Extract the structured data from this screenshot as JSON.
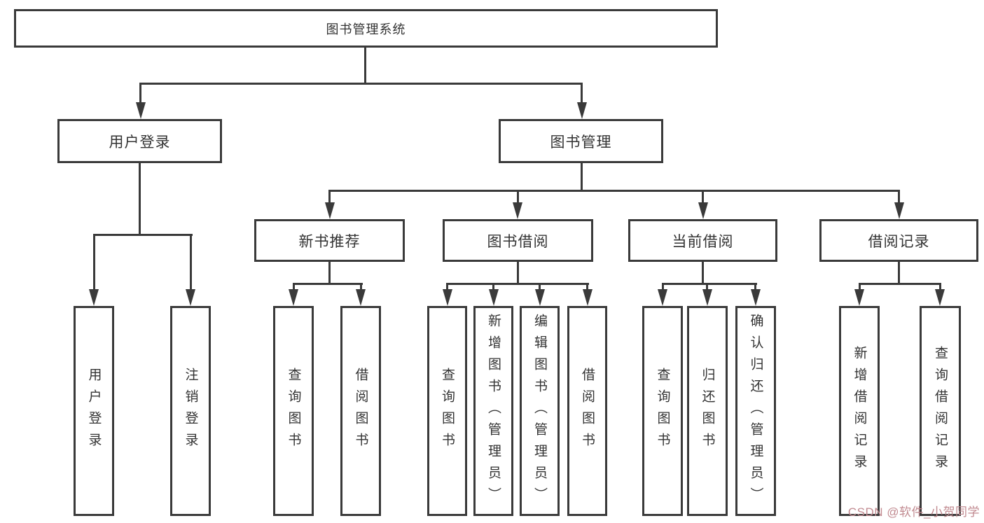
{
  "diagram": {
    "root": "图书管理系统",
    "branches": [
      "用户登录",
      "图书管理"
    ],
    "modules": [
      "新书推荐",
      "图书借阅",
      "当前借阅",
      "借阅记录"
    ],
    "leaves_user_login": [
      "用户登录",
      "注销登录"
    ],
    "leaves_new_book": [
      "查询图书",
      "借阅图书"
    ],
    "leaves_book_borrow": [
      "查询图书",
      "新增图书（管理员）",
      "编辑图书（管理员）",
      "借阅图书"
    ],
    "leaves_current_borrow": [
      "查询图书",
      "归还图书",
      "确认归还（管理员）"
    ],
    "leaves_borrow_record": [
      "新增借阅记录",
      "查询借阅记录"
    ]
  },
  "watermark": "CSDN @软件_小贺同学",
  "colors": {
    "line": "#3a3a3a",
    "text": "#333333",
    "watermark_color": "#c18a90",
    "background": "#ffffff"
  }
}
